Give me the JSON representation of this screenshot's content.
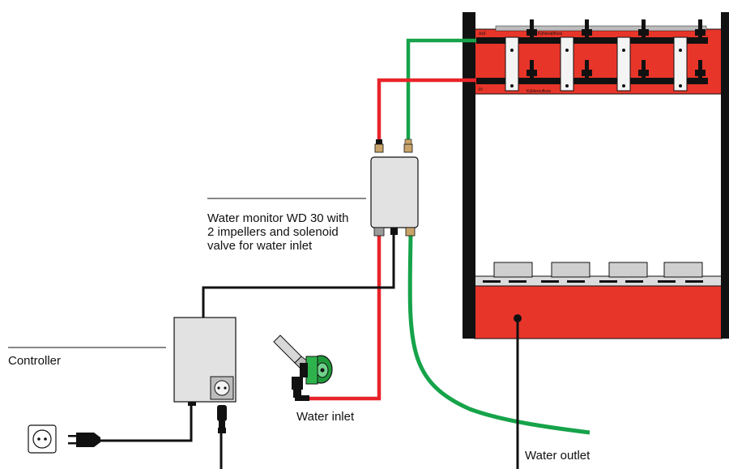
{
  "labels": {
    "water_monitor_line1": "Water monitor WD 30 with",
    "water_monitor_line2": "2 impellers and solenoid",
    "water_monitor_line3": "valve for water inlet",
    "controller": "Controller",
    "water_inlet": "Water inlet",
    "water_outlet": "Water outlet",
    "manifold_out": "out",
    "manifold_in": "in",
    "manifold_out_tag": "Kühlerabfluss",
    "manifold_in_tag": "Kühlerzufluss"
  },
  "colors": {
    "frame": "#e8352a",
    "post": "#111111",
    "supply_line": "#e8242a",
    "return_line": "#16a34a",
    "device": "#e2e2e2",
    "brass": "#c9a46a",
    "tap": "#1f9a3a",
    "cable": "#111111"
  },
  "icons": {
    "wall_socket": "wall-socket-icon",
    "plug": "plug-icon",
    "faucet": "faucet-icon"
  }
}
